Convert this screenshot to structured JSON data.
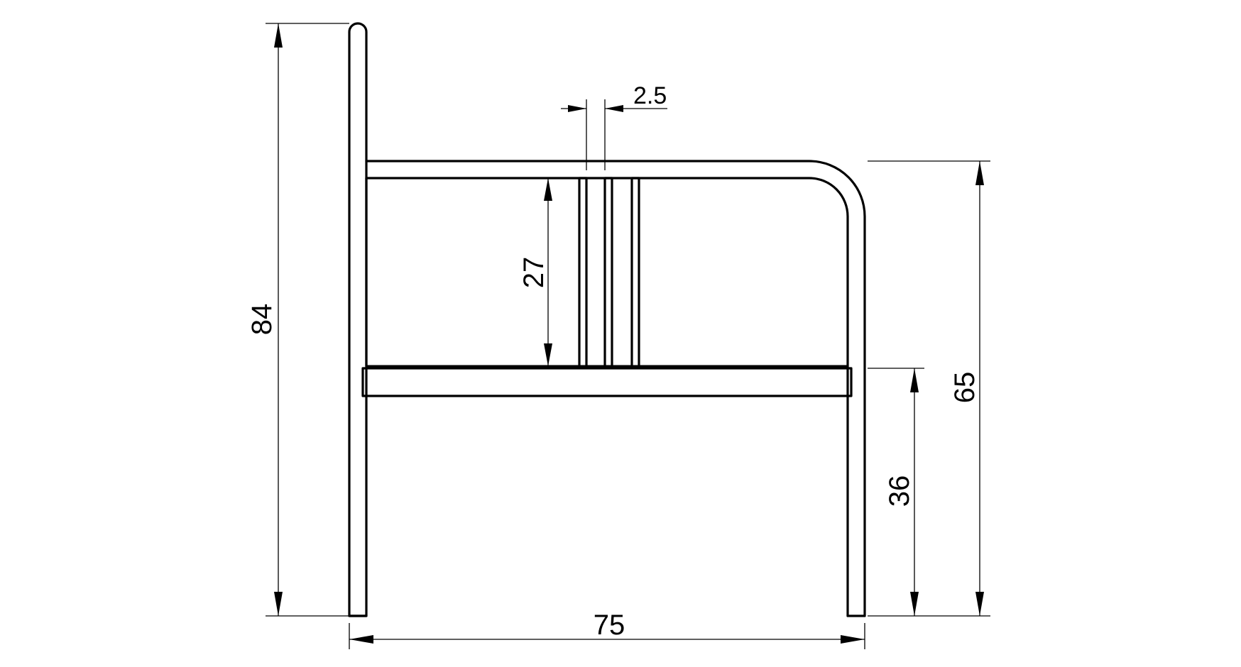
{
  "colors": {
    "line": "#000000",
    "background": "#ffffff"
  },
  "dimensions": {
    "overall_height": "84",
    "backrest_height": "27",
    "slat_gap": "2.5",
    "armrest_height": "65",
    "seat_height": "36",
    "overall_width": "75"
  }
}
